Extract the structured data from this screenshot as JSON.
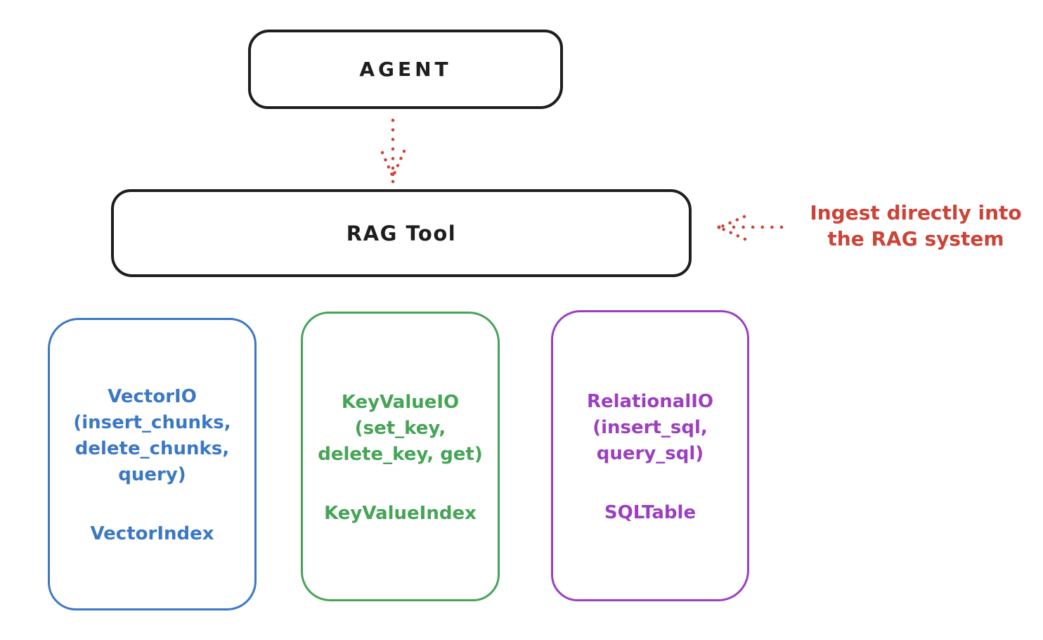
{
  "diagram": {
    "agent": {
      "label": "AGENT"
    },
    "rag_tool": {
      "label": "RAG Tool"
    },
    "annotation": {
      "line1": "Ingest directly into",
      "line2": "the RAG system"
    },
    "boxes": {
      "vector": {
        "lines": [
          "VectorIO",
          "(insert_chunks,",
          "delete_chunks,",
          "query)"
        ],
        "index": "VectorIndex"
      },
      "keyvalue": {
        "lines": [
          "KeyValueIO",
          "(set_key,",
          "delete_key, get)"
        ],
        "index": "KeyValueIndex"
      },
      "relational": {
        "lines": [
          "RelationalIO",
          "(insert_sql,",
          "query_sql)"
        ],
        "index": "SQLTable"
      }
    },
    "colors": {
      "ink": "#1e1e1e",
      "red": "#cc4338",
      "blue": "#3b78c4",
      "green": "#45a455",
      "purple": "#9b3fc0",
      "background": "#ffffff"
    }
  }
}
